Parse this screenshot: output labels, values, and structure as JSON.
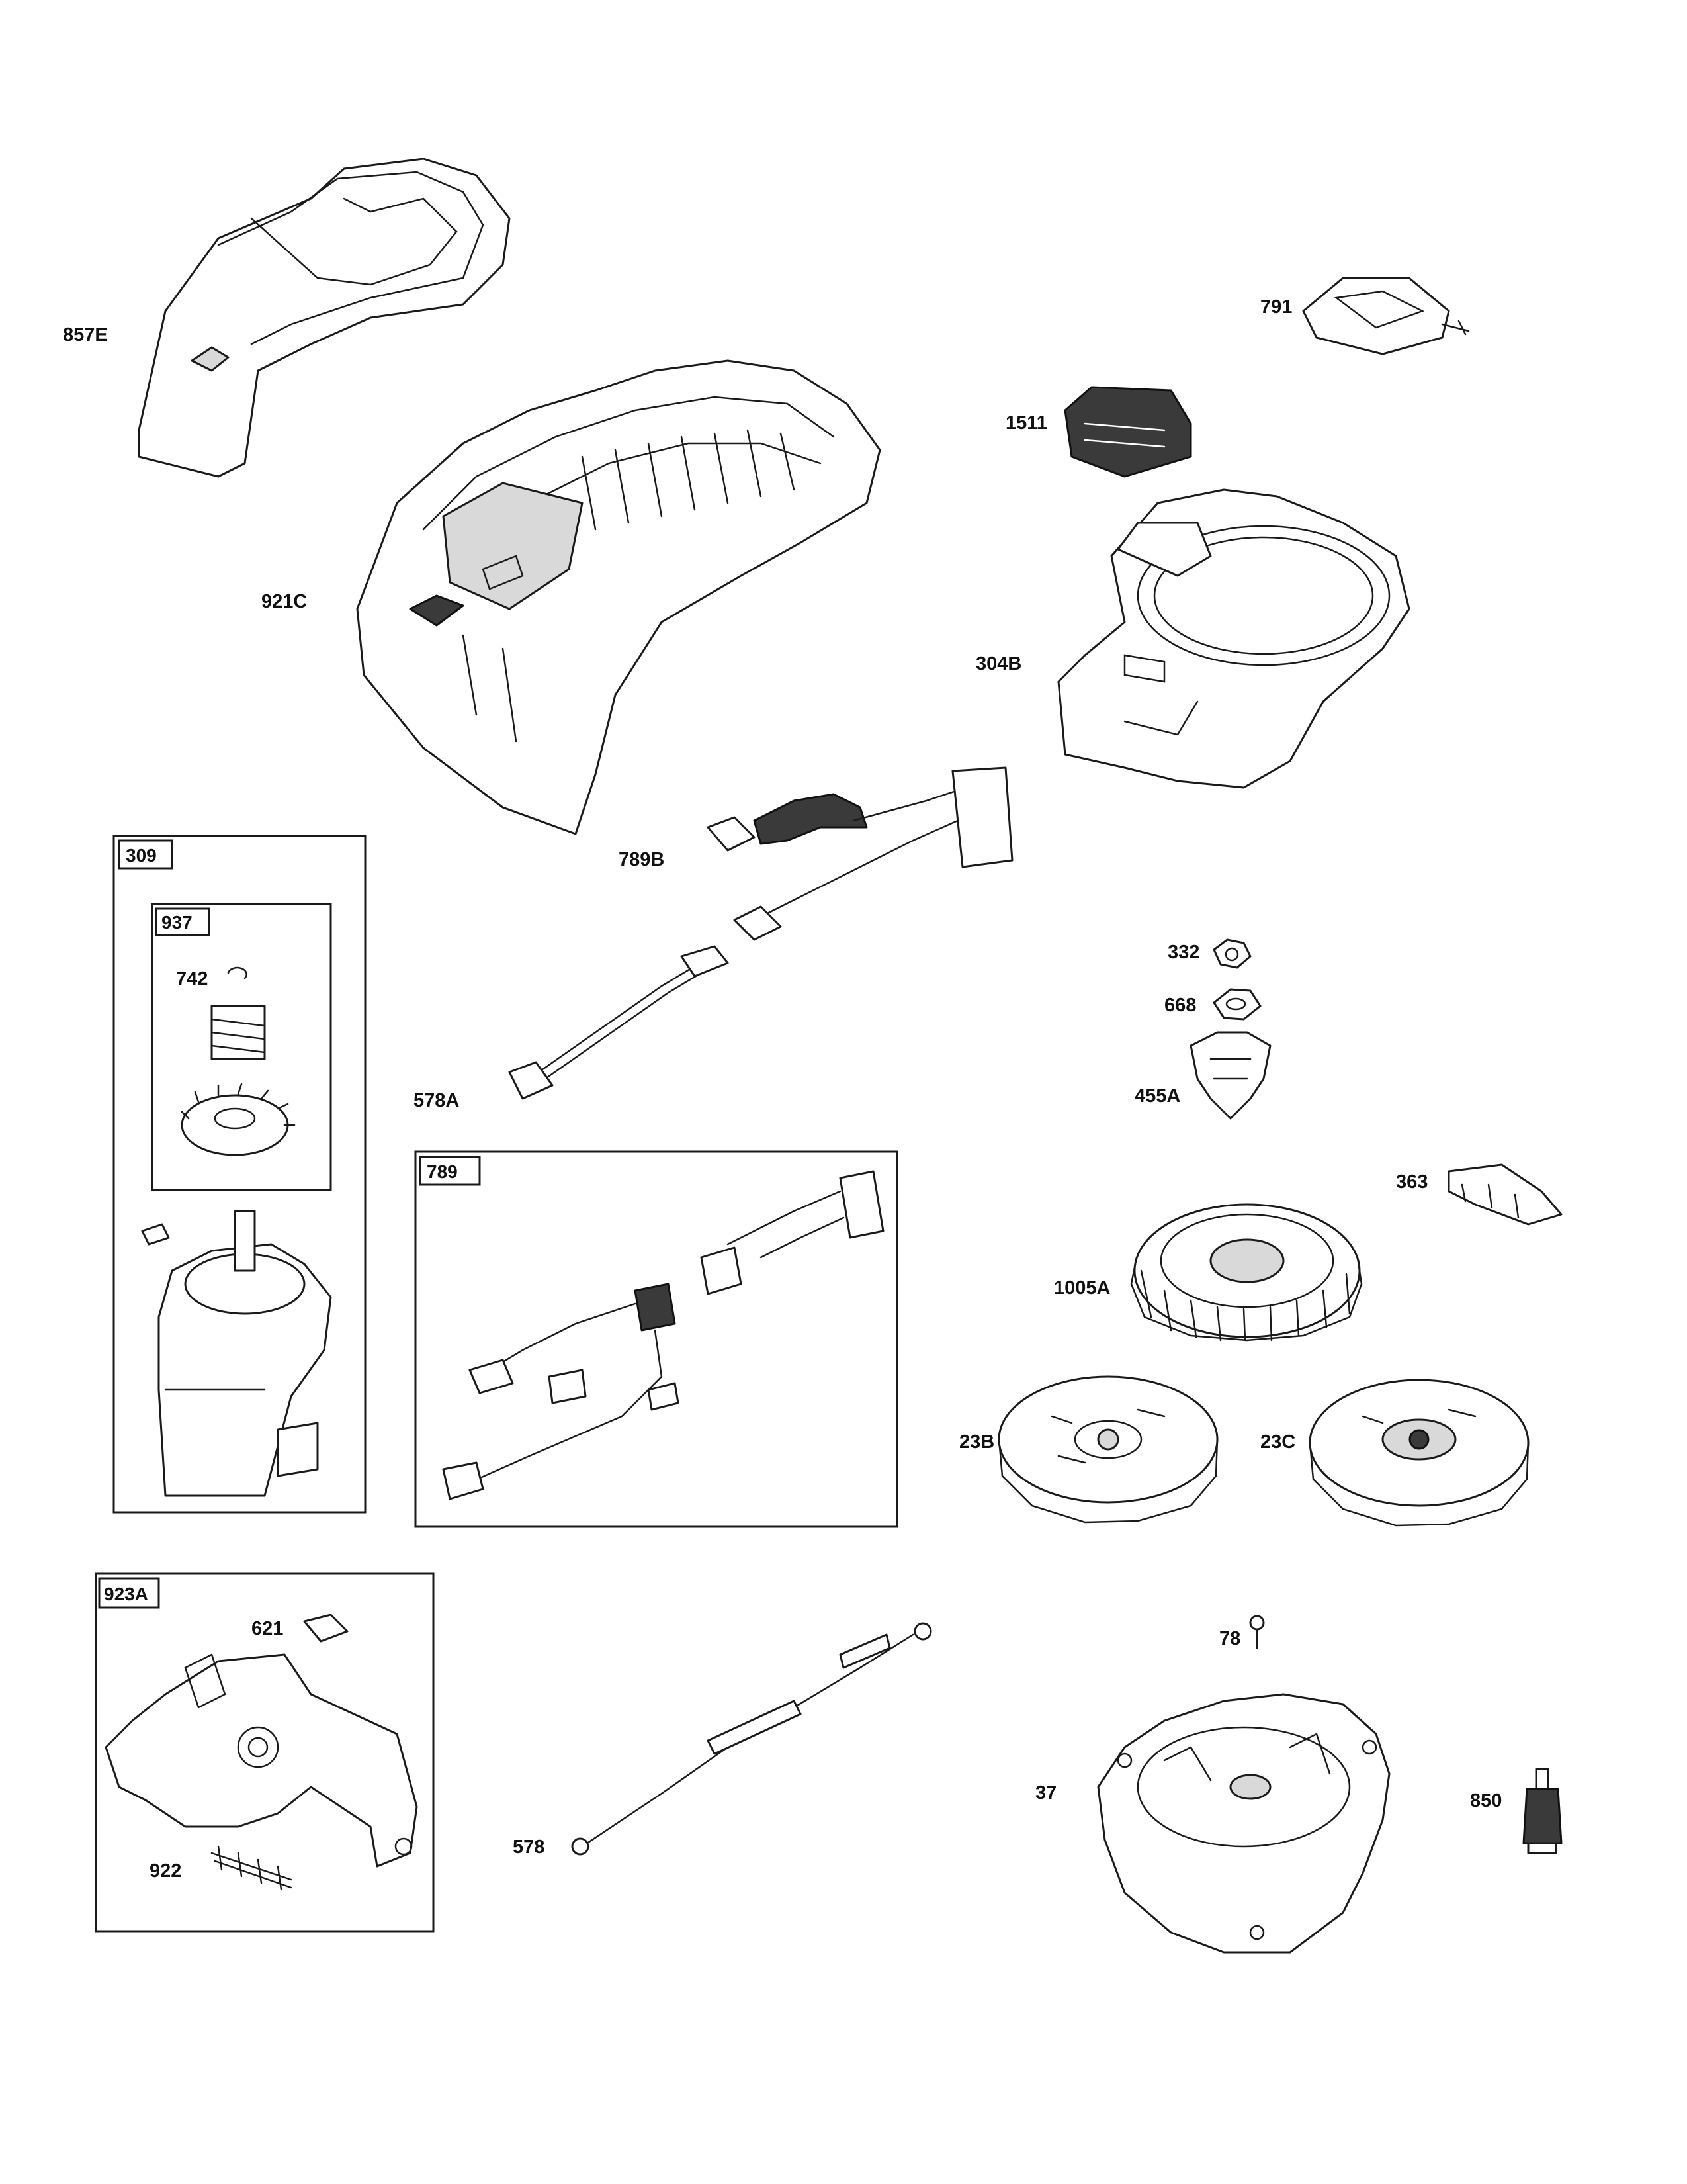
{
  "callouts": {
    "857E": "857E",
    "921C": "921C",
    "791": "791",
    "1511": "1511",
    "304B": "304B",
    "789B": "789B",
    "578A": "578A",
    "332": "332",
    "668": "668",
    "455A": "455A",
    "363": "363",
    "1005A": "1005A",
    "23B": "23B",
    "23C": "23C",
    "78": "78",
    "37": "37",
    "850": "850",
    "578": "578",
    "742": "742",
    "621": "621",
    "922": "922"
  },
  "kits": {
    "309": "309",
    "937": "937",
    "789": "789",
    "923A": "923A"
  }
}
